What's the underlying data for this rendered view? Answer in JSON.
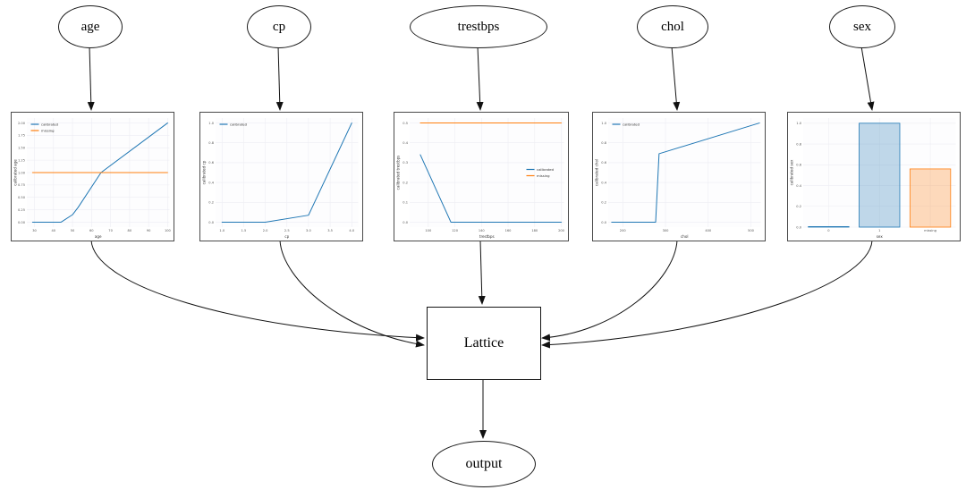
{
  "nodes": {
    "inputs": [
      "age",
      "cp",
      "trestbps",
      "chol",
      "sex"
    ],
    "lattice_label": "Lattice",
    "output_label": "output"
  },
  "edges": [
    {
      "from": "age",
      "to": "age calibrator"
    },
    {
      "from": "cp",
      "to": "cp calibrator"
    },
    {
      "from": "trestbps",
      "to": "trestbps calibrator"
    },
    {
      "from": "chol",
      "to": "chol calibrator"
    },
    {
      "from": "sex",
      "to": "sex calibrator"
    },
    {
      "from": "age calibrator",
      "to": "Lattice"
    },
    {
      "from": "cp calibrator",
      "to": "Lattice"
    },
    {
      "from": "trestbps calibrator",
      "to": "Lattice"
    },
    {
      "from": "chol calibrator",
      "to": "Lattice"
    },
    {
      "from": "sex calibrator",
      "to": "Lattice"
    },
    {
      "from": "Lattice",
      "to": "output"
    }
  ],
  "colors": {
    "calibrated": "#1f77b4",
    "missing": "#ff7f0e",
    "calibrated_fill": "rgba(31,119,180,0.28)",
    "missing_fill": "rgba(255,127,14,0.28)",
    "grid": "#ededf3",
    "tick_text": "#555555",
    "axis_text": "#333333",
    "edge_line": "#111111"
  },
  "chart_data": [
    {
      "type": "line",
      "title": "",
      "xlabel": "age",
      "ylabel": "calibrated age",
      "xlim": [
        26,
        101
      ],
      "ylim": [
        -0.1,
        2.1
      ],
      "xtick_vals": [
        30,
        40,
        50,
        60,
        70,
        80,
        90,
        100
      ],
      "xticks": [
        "30",
        "40",
        "50",
        "60",
        "70",
        "80",
        "90",
        "100"
      ],
      "ytick_vals": [
        0,
        0.25,
        0.5,
        0.75,
        1.0,
        1.25,
        1.5,
        1.75,
        2.0
      ],
      "yticks": [
        "0.00",
        "0.25",
        "0.50",
        "0.75",
        "1.00",
        "1.25",
        "1.50",
        "1.75",
        "2.00"
      ],
      "legend": "nw",
      "grid": true,
      "series": [
        {
          "name": "calibrated",
          "color": "#1f77b4",
          "points": [
            [
              29,
              0
            ],
            [
              44,
              0
            ],
            [
              50,
              0.15
            ],
            [
              53,
              0.3
            ],
            [
              65,
              1.0
            ],
            [
              100,
              2.0
            ]
          ]
        },
        {
          "name": "missing",
          "color": "#ff7f0e",
          "points": [
            [
              29,
              1.0
            ],
            [
              100,
              1.0
            ]
          ]
        }
      ]
    },
    {
      "type": "line",
      "title": "",
      "xlabel": "cp",
      "ylabel": "calibrated cp",
      "xlim": [
        0.85,
        4.15
      ],
      "ylim": [
        -0.05,
        1.05
      ],
      "xtick_vals": [
        1.0,
        1.5,
        2.0,
        2.5,
        3.0,
        3.5,
        4.0
      ],
      "xticks": [
        "1.0",
        "1.5",
        "2.0",
        "2.5",
        "3.0",
        "3.5",
        "4.0"
      ],
      "ytick_vals": [
        0,
        0.2,
        0.4,
        0.6,
        0.8,
        1.0
      ],
      "yticks": [
        "0.0",
        "0.2",
        "0.4",
        "0.6",
        "0.8",
        "1.0"
      ],
      "legend": "nw",
      "grid": true,
      "series": [
        {
          "name": "calibrated",
          "color": "#1f77b4",
          "points": [
            [
              1.0,
              0
            ],
            [
              2.0,
              0
            ],
            [
              3.0,
              0.07
            ],
            [
              4.0,
              1.0
            ]
          ]
        }
      ]
    },
    {
      "type": "line",
      "title": "",
      "xlabel": "trestbps",
      "ylabel": "calibrated trestbps",
      "xlim": [
        86,
        202
      ],
      "ylim": [
        -0.025,
        0.525
      ],
      "xtick_vals": [
        100,
        120,
        140,
        160,
        180,
        200
      ],
      "xticks": [
        "100",
        "120",
        "140",
        "160",
        "180",
        "200"
      ],
      "ytick_vals": [
        0,
        0.1,
        0.2,
        0.3,
        0.4,
        0.5
      ],
      "yticks": [
        "0.0",
        "0.1",
        "0.2",
        "0.3",
        "0.4",
        "0.5"
      ],
      "legend": "e",
      "grid": true,
      "series": [
        {
          "name": "calibrated",
          "color": "#1f77b4",
          "points": [
            [
              94,
              0.34
            ],
            [
              117,
              0
            ],
            [
              200,
              0
            ]
          ]
        },
        {
          "name": "missing",
          "color": "#ff7f0e",
          "points": [
            [
              94,
              0.5
            ],
            [
              200,
              0.5
            ]
          ]
        }
      ]
    },
    {
      "type": "line",
      "title": "",
      "xlabel": "chol",
      "ylabel": "calibrated chol",
      "xlim": [
        166,
        523
      ],
      "ylim": [
        -0.05,
        1.05
      ],
      "xtick_vals": [
        200,
        300,
        400,
        500
      ],
      "xticks": [
        "200",
        "300",
        "400",
        "500"
      ],
      "ytick_vals": [
        0,
        0.2,
        0.4,
        0.6,
        0.8,
        1.0
      ],
      "yticks": [
        "0.0",
        "0.2",
        "0.4",
        "0.6",
        "0.8",
        "1.0"
      ],
      "legend": "nw",
      "grid": true,
      "series": [
        {
          "name": "calibrated",
          "color": "#1f77b4",
          "points": [
            [
              174,
              0
            ],
            [
              277,
              0
            ],
            [
              285,
              0.69
            ],
            [
              520,
              1.0
            ]
          ]
        }
      ]
    },
    {
      "type": "bar",
      "title": "",
      "xlabel": "sex",
      "ylabel": "calibrated sex",
      "categories": [
        "0",
        "1",
        "missing"
      ],
      "values": [
        0.005,
        1.0,
        0.56
      ],
      "bars": [
        {
          "edge": "#1f77b4",
          "fill": "rgba(31,119,180,0.28)"
        },
        {
          "edge": "#1f77b4",
          "fill": "rgba(31,119,180,0.28)"
        },
        {
          "edge": "#ff7f0e",
          "fill": "rgba(255,127,14,0.28)"
        }
      ],
      "ylim": [
        0,
        1.05
      ],
      "ytick_vals": [
        0,
        0.2,
        0.4,
        0.6,
        0.8,
        1.0
      ],
      "yticks": [
        "0.0",
        "0.2",
        "0.4",
        "0.6",
        "0.8",
        "1.0"
      ],
      "legend": "none",
      "grid": true
    }
  ]
}
